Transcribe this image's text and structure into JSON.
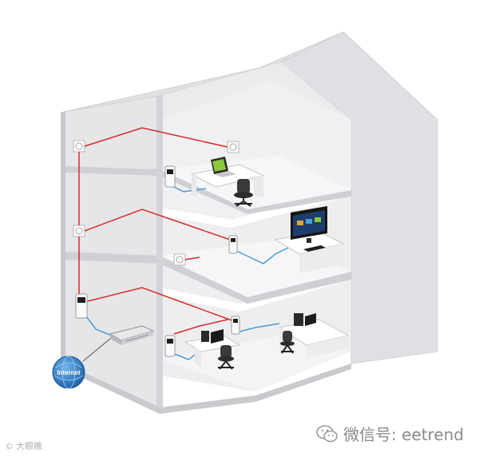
{
  "diagram": {
    "globe_label": "Internet",
    "colors": {
      "wall": "#e3e3e5",
      "wall_shade": "#cfcfd2",
      "floor_top": "#f4f4f6",
      "powerline": "#d42a2a",
      "ethernet": "#4a9ad8",
      "globe": "#2d7ec7"
    }
  },
  "watermarks": {
    "left_mark": "©",
    "left": "大眼瞧",
    "right": "微信号: eetrend"
  }
}
